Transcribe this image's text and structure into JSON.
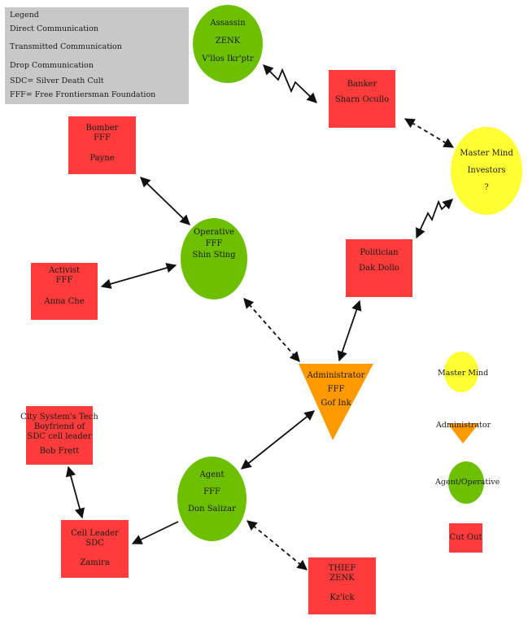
{
  "legend": {
    "title": "Legend",
    "direct": "Direct Communication",
    "transmitted": "Transmitted Communication",
    "drop": "Drop Communication",
    "sdc": "SDC= Silver Death Cult",
    "fff": "FFF= Free Frontiersman Foundation"
  },
  "nodes": {
    "assassin": {
      "l1": "Assassin",
      "l2": "ZENK",
      "l3": "V'llos Ikr'ptr"
    },
    "banker": {
      "l1": "Banker",
      "l2": "Sharn Ocullo"
    },
    "mastermind": {
      "l1": "Master Mind",
      "l2": "Investors",
      "l3": "?"
    },
    "bomber": {
      "l1": "Bomber",
      "l2": "FFF",
      "l3": "Payne"
    },
    "operative": {
      "l1": "Operative",
      "l2": "FFF",
      "l3": "Shin Sting"
    },
    "activist": {
      "l1": "Activist",
      "l2": "FFF",
      "l3": "Anna Che"
    },
    "politician": {
      "l1": "Politician",
      "l2": "Dak Dollo"
    },
    "administrator": {
      "l1": "Administrator",
      "l2": "FFF",
      "l3": "Gof Ink"
    },
    "tech": {
      "l1": "City System's Tech",
      "l2": "Boyfriend of",
      "l3": "SDC cell leader",
      "l4": "Bob Frett"
    },
    "agent": {
      "l1": "Agent",
      "l2": "FFF",
      "l3": "Don Salizar"
    },
    "cellleader": {
      "l1": "Cell Leader",
      "l2": "SDC",
      "l3": "Zamira"
    },
    "thief": {
      "l1": "THIEF",
      "l2": "ZENK",
      "l3": "Kz'ick"
    }
  },
  "key": {
    "mastermind": "Master Mind",
    "administrator": "Administrator",
    "agent": "Agent/Operative",
    "cutout": "Cut Out"
  },
  "colors": {
    "cutout": "#ff3b3b",
    "operative": "#6cc000",
    "mastermind": "#ffff33",
    "administrator": "#ff9900"
  }
}
